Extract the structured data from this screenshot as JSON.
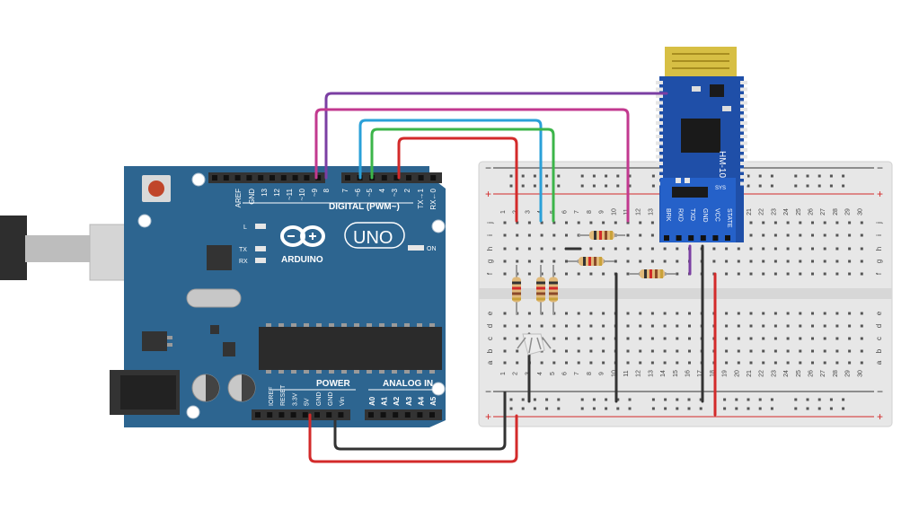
{
  "arduino": {
    "logo_text": "ARDUINO",
    "model": "UNO",
    "digital_label": "DIGITAL (PWM~)",
    "power_label": "POWER",
    "analog_label": "ANALOG IN",
    "led_labels": [
      "L",
      "TX",
      "RX"
    ],
    "on_label": "ON",
    "digital_pins": [
      "AREF",
      "GND",
      "13",
      "12",
      "~11",
      "~10",
      "~9",
      "8",
      "7",
      "~6",
      "~5",
      "4",
      "~3",
      "2",
      "TX→1",
      "RX←0"
    ],
    "power_pins": [
      "IOREF",
      "RESET",
      "3.3V",
      "5V",
      "GND",
      "GND",
      "Vin"
    ],
    "analog_pins": [
      "A0",
      "A1",
      "A2",
      "A3",
      "A4",
      "A5"
    ]
  },
  "hm10": {
    "name": "HM-10",
    "sys_label": "SYS",
    "pins": [
      "BRK",
      "RXD",
      "TXD",
      "GND",
      "VCC",
      "STATE"
    ]
  },
  "breadboard": {
    "columns": [
      "1",
      "2",
      "3",
      "4",
      "5",
      "6",
      "7",
      "8",
      "9",
      "10",
      "11",
      "12",
      "13",
      "14",
      "15",
      "16",
      "17",
      "18",
      "19",
      "20",
      "21",
      "22",
      "23",
      "24",
      "25",
      "26",
      "27",
      "28",
      "29",
      "30"
    ],
    "rows_top": [
      "j",
      "i",
      "h",
      "g",
      "f"
    ],
    "rows_bottom": [
      "e",
      "d",
      "c",
      "b",
      "a"
    ],
    "rail_plus": "+",
    "rail_minus": "−"
  },
  "colors": {
    "arduino_board": "#2d6590",
    "breadboard": "#e7e7e7",
    "hm10_board": "#1f4fa8",
    "wire_red": "#d32a2a",
    "wire_black": "#333333",
    "wire_purple": "#7b3fa3",
    "wire_magenta": "#c2398f",
    "wire_blue": "#2aa0d8",
    "wire_green": "#3cb54a"
  }
}
